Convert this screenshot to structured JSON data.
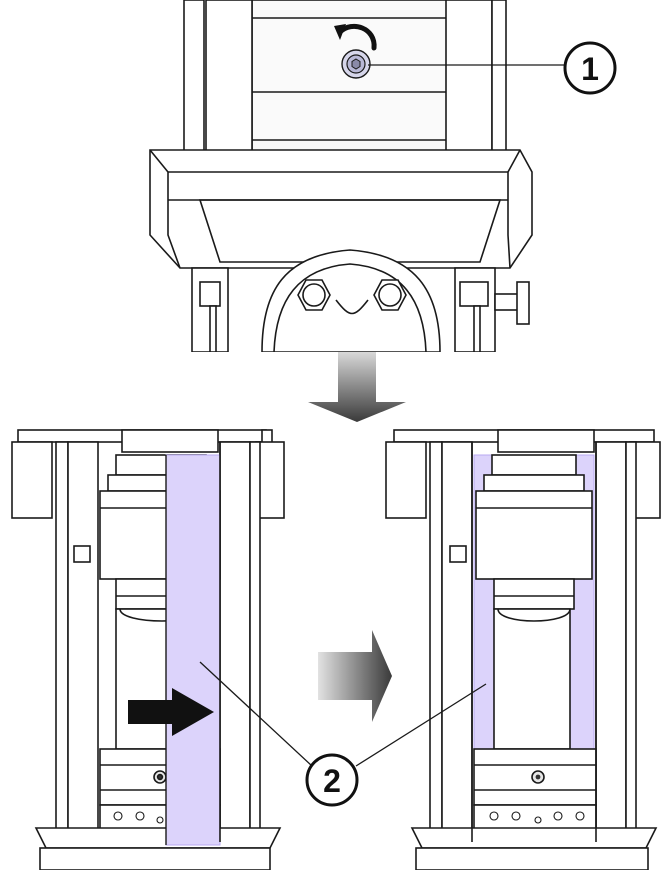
{
  "callouts": [
    {
      "id": "1",
      "label": "1"
    },
    {
      "id": "2",
      "label": "2"
    }
  ],
  "colors": {
    "line": "#1a1a1a",
    "highlight": "#dcd3fb",
    "highlight_edge": "#b8aaf0",
    "metal_light": "#f4f4f4",
    "arrow_dark": "#111111"
  }
}
